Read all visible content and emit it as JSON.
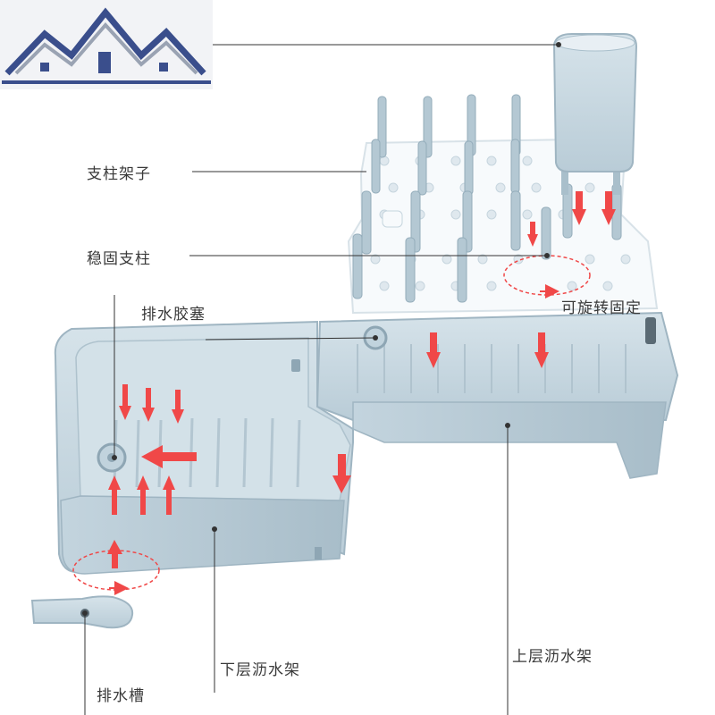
{
  "labels": {
    "post_rack": "支柱架子",
    "stable_post": "稳固支柱",
    "drain_plug": "排水胶塞",
    "rotate_fix": "可旋转固定",
    "lower_rack": "下层沥水架",
    "upper_rack": "上层沥水架",
    "drain_spout": "排水槽"
  },
  "colors": {
    "rack_blue": "#c9d9e2",
    "rack_shade": "#a9bfcb",
    "rack_dark": "#8ea6b4",
    "white_plate": "#f7fafc",
    "arrow_red": "#f04848",
    "leader_line": "#333333",
    "logo_blue": "#3a4e8c",
    "logo_gray": "#9aa3b3"
  },
  "icons": {
    "logo": "house-roofs-logo",
    "arrow": "red-arrow-icon"
  }
}
